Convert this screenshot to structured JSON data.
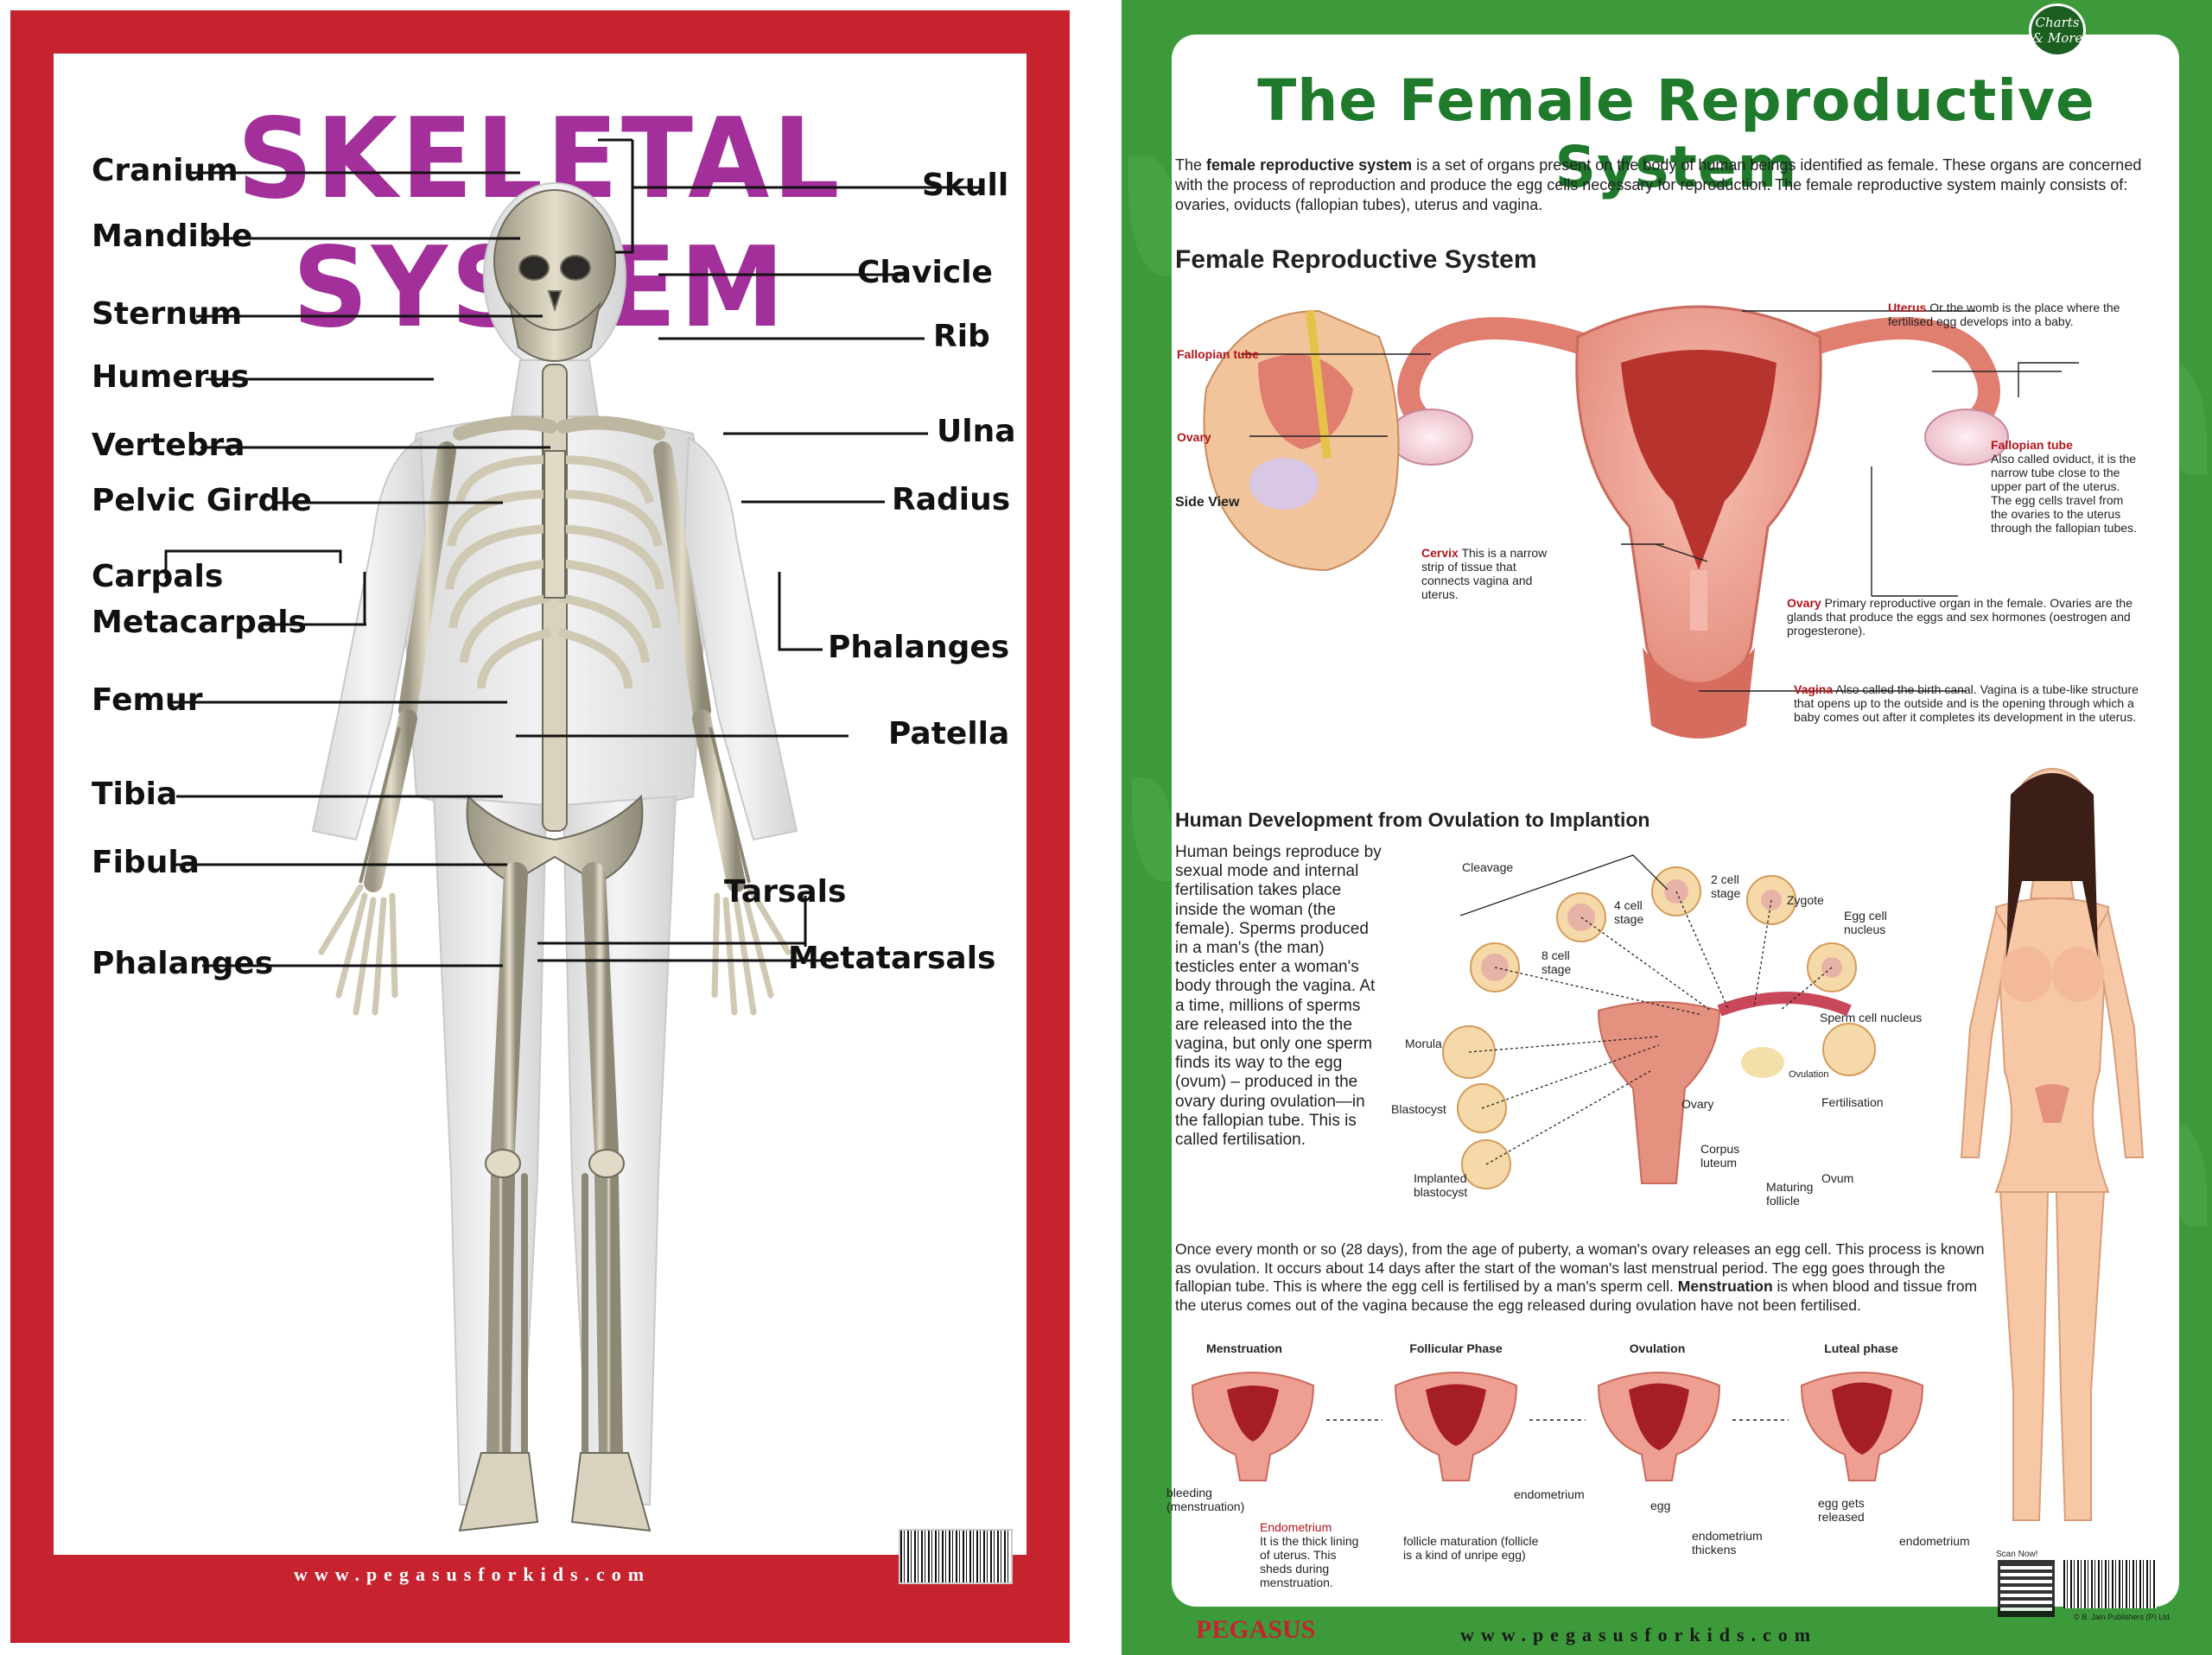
{
  "left_poster": {
    "title": "SKELETAL SYSTEM",
    "labels_left": [
      "Cranium",
      "Mandible",
      "Sternum",
      "Humerus",
      "Vertebra",
      "Pelvic Girdle",
      "Carpals",
      "Metacarpals",
      "Femur",
      "Tibia",
      "Fibula",
      "Phalanges"
    ],
    "labels_right": [
      "Skull",
      "Clavicle",
      "Rib",
      "Ulna",
      "Radius",
      "Phalanges",
      "Patella",
      "Tarsals",
      "Metatarsals"
    ],
    "brand": "PEGASUS",
    "url": "www.pegasusforkids.com",
    "frame_color": "#c7232f",
    "title_color": "#a3309a"
  },
  "right_poster": {
    "title": "The Female Reproductive System",
    "badge": "Charts & More",
    "intro_lead": "The ",
    "intro_bold": "female reproductive system",
    "intro_rest": " is a set of organs present on the body of human beings identified as female. These organs are concerned with the process of reproduction and produce the egg cells necessary for reproduction. The female reproductive system mainly consists of: ovaries, oviducts (fallopian tubes), uterus and vagina.",
    "section1_heading": "Female Reproductive System",
    "side_view": "Side View",
    "labels": {
      "fallopian_tube_left": "Fallopian tube",
      "ovary_left": "Ovary",
      "uterus_title": "Uterus",
      "uterus_text": " Or the womb is the place where the fertilised egg develops into a baby.",
      "fallopian_tube_right_title": "Fallopian tube",
      "fallopian_tube_right_text": "Also called oviduct, it is the narrow tube close to the upper part of the uterus. The egg cells travel from the ovaries to the uterus through the fallopian tubes.",
      "cervix_title": "Cervix",
      "cervix_text": " This is a narrow strip of tissue that connects vagina and uterus.",
      "ovary_right_title": "Ovary",
      "ovary_right_text": " Primary reproductive organ in the female. Ovaries are the glands that produce the eggs and sex hormones (oestrogen and progesterone).",
      "vagina_title": "Vagina",
      "vagina_text": " Also called the birth canal. Vagina is a tube-like structure that opens up to the outside and is the opening through which a baby comes out after it completes its development in the uterus."
    },
    "section2_heading": "Human Development from Ovulation to Implantion",
    "section2_text": "Human beings reproduce by sexual mode and internal fertilisation takes place inside the woman (the female). Sperms produced in a man's (the man) testicles enter a woman's body through the vagina. At a time, millions of sperms are released into the the vagina, but only one sperm finds its way to the egg (ovum) – produced in the ovary during ovulation—in the fallopian tube. This is called fertilisation.",
    "dev_labels": {
      "cleavage": "Cleavage",
      "cell2": "2 cell stage",
      "cell4": "4 cell stage",
      "cell8": "8 cell stage",
      "zygote": "Zygote",
      "egg_nucleus": "Egg cell nucleus",
      "sperm_nucleus": "Sperm cell nucleus",
      "morula": "Morula",
      "blastocyst": "Blastocyst",
      "implanted": "Implanted blastocyst",
      "ovary": "Ovary",
      "ovulation": "Ovulation",
      "corpus": "Corpus luteum",
      "maturing": "Maturing follicle",
      "fertilisation": "Fertilisation",
      "ovum": "Ovum"
    },
    "ovulation_text_a": "Once every month or so (28 days), from the age of puberty, a woman's ovary releases an egg cell. This process is known as ovulation. It occurs about 14 days after the start of the woman's last menstrual period. The egg goes through the fallopian tube. This is where the egg cell is fertilised by a man's sperm cell. ",
    "ovulation_text_bold": "Menstruation",
    "ovulation_text_b": " is when blood and tissue from the uterus comes out of the vagina because the egg released during ovulation have not been fertilised.",
    "phases": [
      "Menstruation",
      "Follicular Phase",
      "Ovulation",
      "Luteal phase"
    ],
    "phase_labels": {
      "bleeding": "bleeding (menstruation)",
      "endometrium_title": "Endometrium",
      "endometrium_text": "It is the thick lining of uterus. This sheds during menstruation.",
      "follicle": "follicle maturation (follicle is a kind of unripe egg)",
      "endometrium1": "endometrium",
      "egg": "egg",
      "thickens": "endometrium thickens",
      "released": "egg gets released",
      "endometrium2": "endometrium"
    },
    "scan_now": "Scan Now!",
    "copyright": "© B. Jain Publishers (P) Ltd.",
    "brand": "PEGASUS",
    "url": "www.pegasusforkids.com",
    "bg_color": "#3d9a3a",
    "title_color": "#1f7a2c"
  }
}
